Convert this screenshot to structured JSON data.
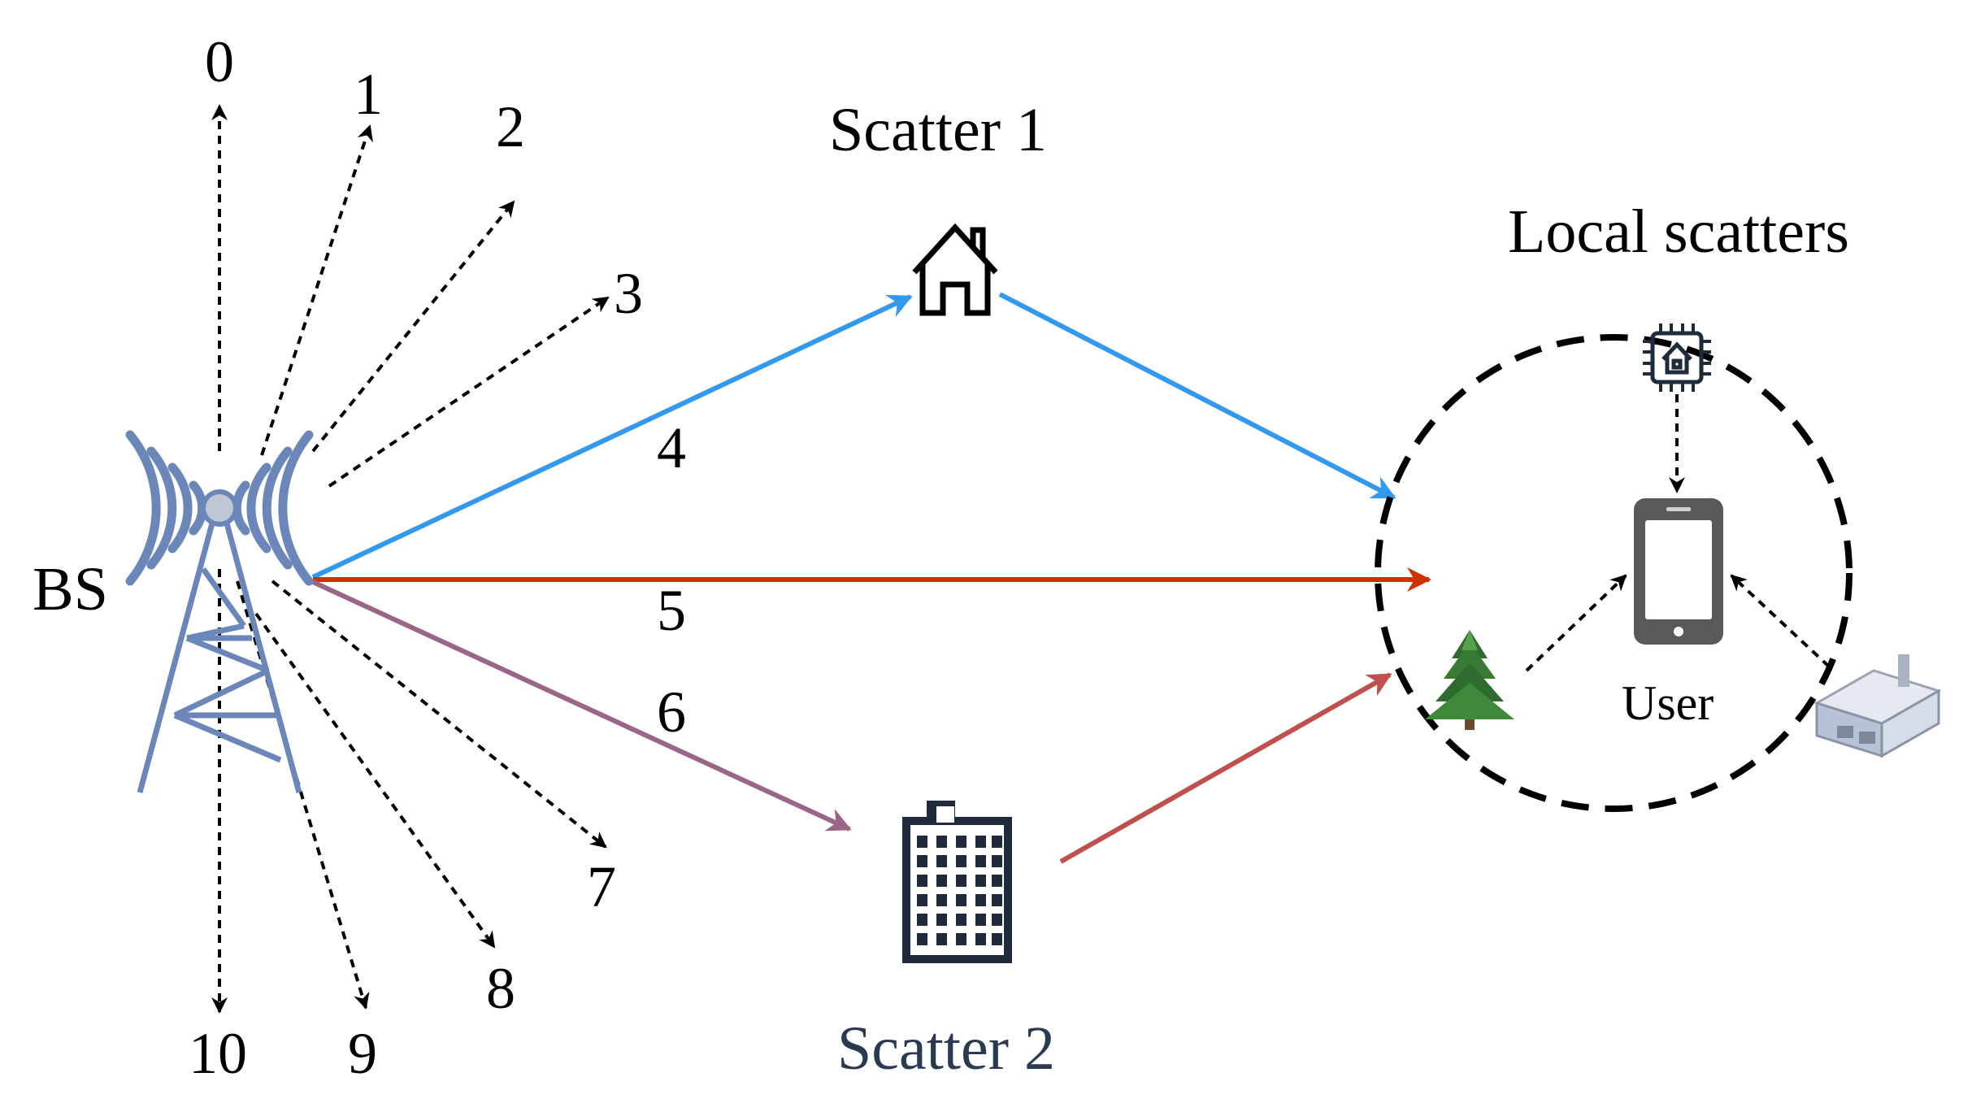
{
  "base_station": {
    "label": "BS"
  },
  "beams": [
    "0",
    "1",
    "2",
    "3",
    "4",
    "5",
    "6",
    "7",
    "8",
    "9",
    "10"
  ],
  "scatters": {
    "scatter1": {
      "label": "Scatter 1"
    },
    "scatter2": {
      "label": "Scatter 2"
    },
    "local": {
      "label": "Local scatters"
    }
  },
  "user": {
    "label": "User"
  },
  "colors": {
    "beam4": "#3399ee",
    "beam5": "#cc3300",
    "beam6": "#996688",
    "scatter2_to_user": "#c0504d",
    "tower": "#6b86b8",
    "scatter2_label": "#2a3a50",
    "dashed": "#000000"
  },
  "icons": [
    "tower-icon",
    "house-icon",
    "office-building-icon",
    "smartphone-icon",
    "smart-home-chip-icon",
    "tree-icon",
    "factory-icon"
  ]
}
